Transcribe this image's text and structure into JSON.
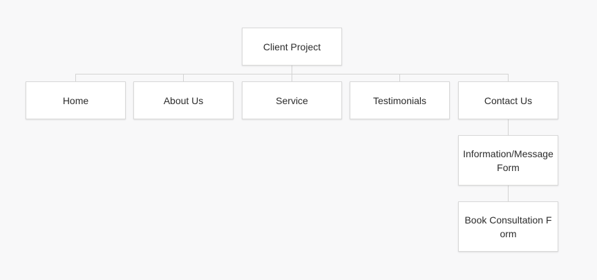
{
  "colors": {
    "background": "#f8f8f9",
    "node_fill": "#ffffff",
    "node_border": "#d8d8d8",
    "connector": "#d3d3d3",
    "text": "#2b2b2b"
  },
  "sitemap": {
    "root": {
      "label": "Client Project"
    },
    "pages": [
      {
        "label": "Home"
      },
      {
        "label": "About Us"
      },
      {
        "label": "Service"
      },
      {
        "label": "Testimonials"
      },
      {
        "label": "Contact Us"
      }
    ],
    "contact_children": [
      {
        "label": "Information/Message Form"
      },
      {
        "label": "Book Consultation Form"
      }
    ]
  }
}
